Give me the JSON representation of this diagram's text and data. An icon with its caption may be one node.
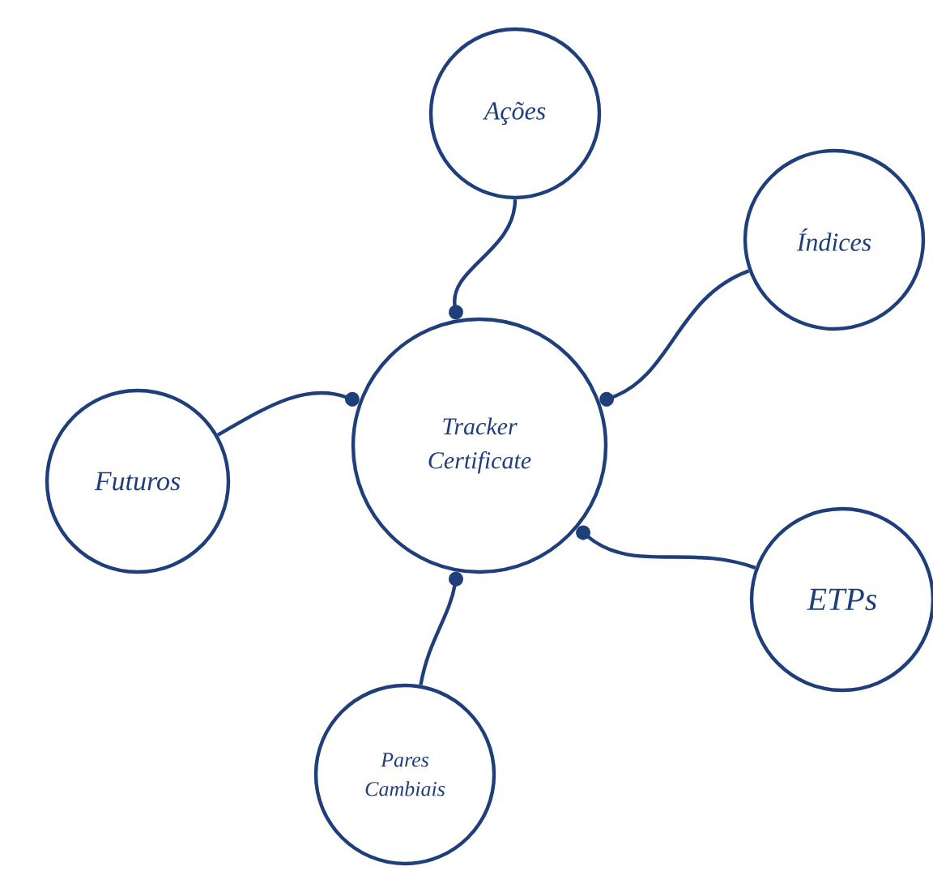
{
  "diagram": {
    "nodes": [
      {
        "text": [
          "Tracker Certificate"
        ]
      },
      {
        "text": [
          "Ações"
        ]
      },
      {
        "text": [
          "Índices"
        ]
      },
      {
        "text": [
          "Futuros"
        ]
      },
      {
        "text": [
          "ETPs"
        ]
      },
      {
        "text": [
          "Pares Cambiais"
        ]
      }
    ],
    "edges": [
      {
        "from": 1,
        "to": 0,
        "arrow": "other"
      },
      {
        "from": 2,
        "to": 0,
        "arrow": "other"
      },
      {
        "from": 3,
        "to": 0,
        "arrow": "other"
      },
      {
        "from": 4,
        "to": 0,
        "arrow": "other"
      },
      {
        "from": 5,
        "to": 0,
        "arrow": "other"
      }
    ]
  }
}
